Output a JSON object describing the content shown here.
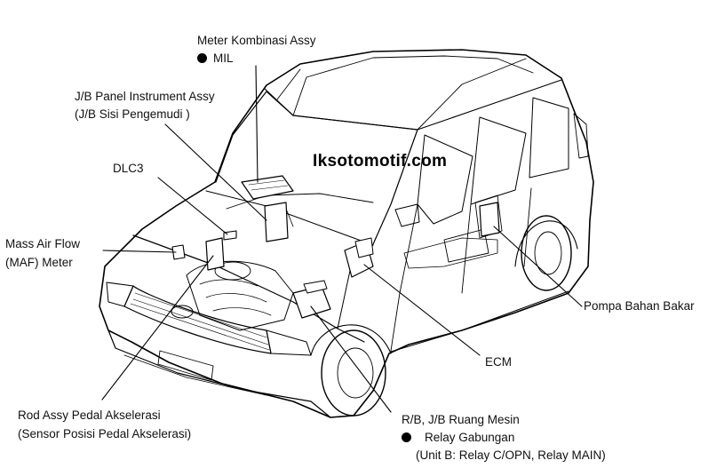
{
  "diagram": {
    "watermark": "Iksotomotif.com",
    "labels": {
      "meter_title": "Meter Kombinasi Assy",
      "meter_sub": "MIL",
      "jb_title": "J/B Panel Instrument Assy",
      "jb_sub": "(J/B Sisi Pengemudi )",
      "dlc3": "DLC3",
      "maf_title": "Mass Air Flow",
      "maf_sub": "(MAF) Meter",
      "pompa": "Pompa Bahan Bakar",
      "ecm": "ECM",
      "rod_title": "Rod Assy Pedal Akselerasi",
      "rod_sub": "(Sensor Posisi Pedal Akselerasi)",
      "rb_title": "R/B, J/B Ruang Mesin",
      "rb_sub": "Relay Gabungan",
      "rb_unit": "(Unit B: Relay C/OPN, Relay MAIN)"
    },
    "colors": {
      "line": "#000000",
      "background": "#ffffff",
      "fill": "#ffffff"
    }
  }
}
